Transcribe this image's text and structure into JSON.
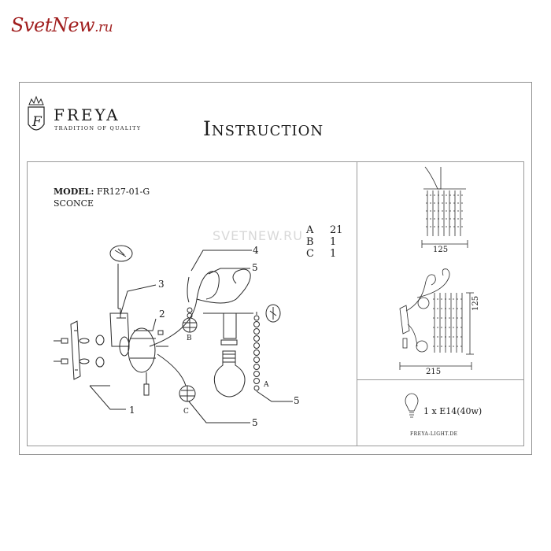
{
  "watermark": {
    "logo_main": "SvetNew",
    "logo_suffix": ".ru",
    "center": "SVETNEW.RU"
  },
  "brand": {
    "name": "FREYA",
    "tagline": "Tradition of Quality",
    "emblem_letter": "F"
  },
  "header": {
    "title": "Instruction"
  },
  "product": {
    "model_label": "MODEL:",
    "model_value": "FR127-01-G",
    "type": "SCONCE"
  },
  "parts": [
    {
      "letter": "A",
      "qty": "21"
    },
    {
      "letter": "B",
      "qty": "1"
    },
    {
      "letter": "C",
      "qty": "1"
    }
  ],
  "callouts": [
    "1",
    "2",
    "3",
    "4",
    "5",
    "5",
    "5"
  ],
  "part_markers": [
    "A",
    "B",
    "C"
  ],
  "dimensions": {
    "width_top": "125",
    "width_side": "215",
    "height_side": "125"
  },
  "bulb": {
    "spec": "1 x E14(40w)"
  },
  "footer": {
    "site": "FREYA-LIGHT.DE"
  }
}
